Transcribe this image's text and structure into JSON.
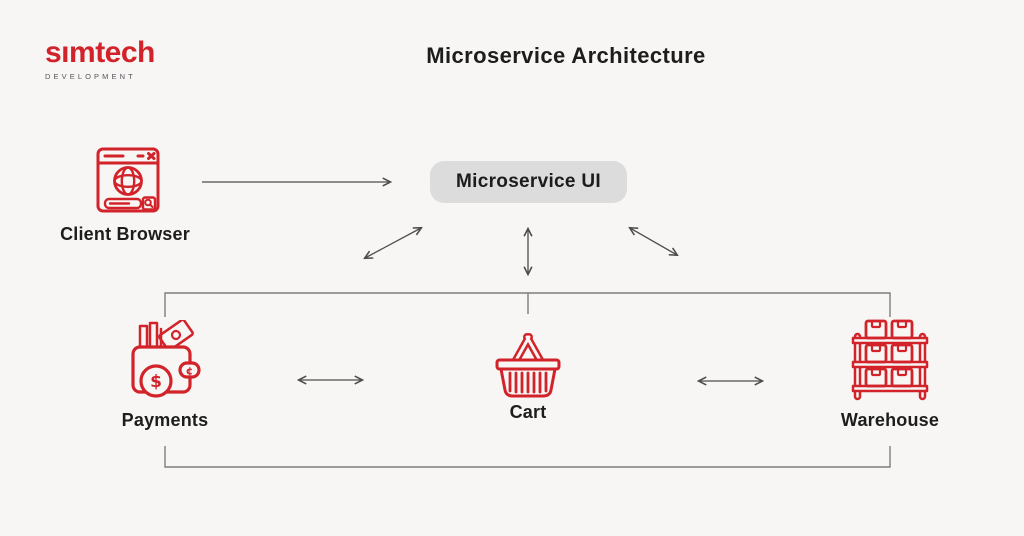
{
  "page": {
    "title": "Microservice Architecture",
    "background_color": "#f7f6f4"
  },
  "logo": {
    "brand": "sımtech",
    "tagline": "DEVELOPMENT",
    "brand_color": "#d2232a"
  },
  "diagram": {
    "accent_red": "#d2232a",
    "line_gray": "#7d7d7d",
    "arrow_color": "#4d4d4d",
    "nodes": {
      "client_browser": {
        "label": "Client Browser",
        "icon": "browser-window-icon"
      },
      "microservice_ui": {
        "label": "Microservice UI",
        "bg": "#dcdcdc"
      },
      "payments": {
        "label": "Payments",
        "icon": "wallet-icon"
      },
      "cart": {
        "label": "Cart",
        "icon": "basket-icon"
      },
      "warehouse": {
        "label": "Warehouse",
        "icon": "shelf-rack-icon"
      }
    },
    "connections": [
      {
        "from": "client_browser",
        "to": "microservice_ui",
        "type": "arrow-right"
      },
      {
        "from": "microservice_ui",
        "to": "payments",
        "type": "double-arrow-diagonal"
      },
      {
        "from": "microservice_ui",
        "to": "cart",
        "type": "double-arrow-vertical"
      },
      {
        "from": "microservice_ui",
        "to": "warehouse",
        "type": "double-arrow-diagonal"
      },
      {
        "from": "payments",
        "to": "cart",
        "type": "double-arrow-horizontal"
      },
      {
        "from": "cart",
        "to": "warehouse",
        "type": "double-arrow-horizontal"
      },
      {
        "from": "payments",
        "to": "warehouse",
        "type": "top-bus-line"
      },
      {
        "from": "payments",
        "to": "warehouse",
        "type": "bottom-bus-line"
      }
    ]
  },
  "icons": {
    "wallet": {
      "coin_symbol": "$",
      "clasp_symbol": "¢"
    }
  }
}
